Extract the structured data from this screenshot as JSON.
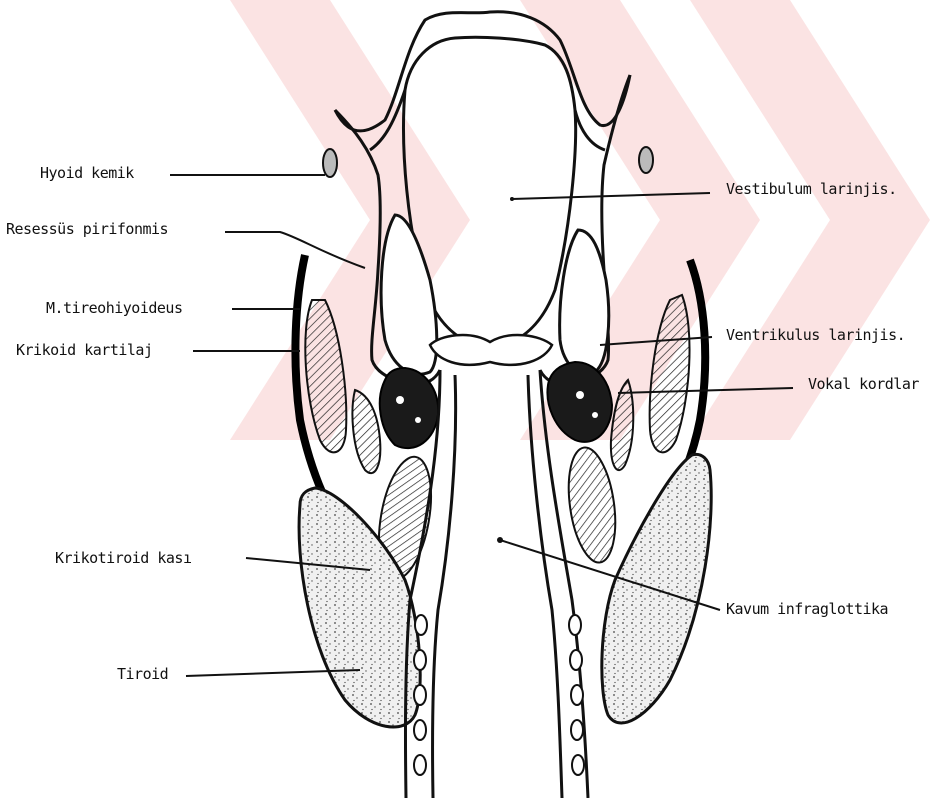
{
  "labels": {
    "hyoid": "Hyoid kemik",
    "recessus": "Resessüs pirifonmis",
    "tirehyoid": "M.tireohiyoideus",
    "krikoid": "Krikoid kartilaj",
    "krikotiroid": "Krikotiroid kası",
    "tiroid": "Tiroid",
    "vestibulum": "Vestibulum larinjis.",
    "ventrikulus": "Ventrikulus larinjis.",
    "vokal": "Vokal kordlar",
    "kavum": "Kavum infraglottika"
  },
  "colors": {
    "ink": "#111111",
    "watermark": "#fbe3e3",
    "thyroid_fill": "#e9e9e9"
  }
}
